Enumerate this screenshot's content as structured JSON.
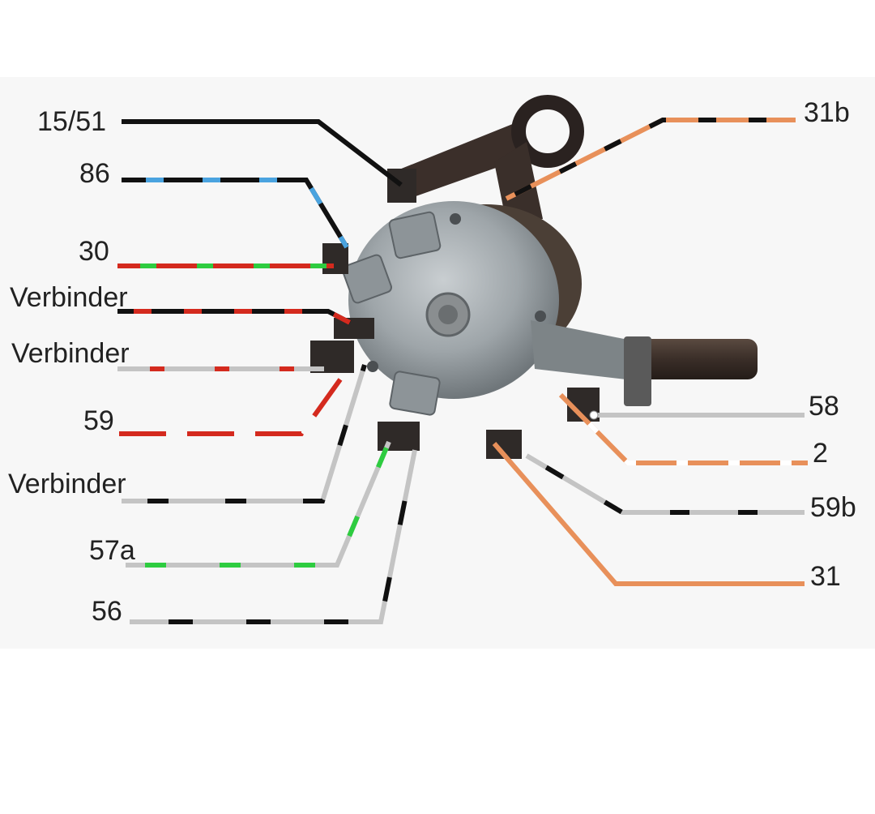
{
  "labels": {
    "t15_51": "15/51",
    "t86": "86",
    "t30": "30",
    "verbinder1": "Verbinder",
    "verbinder2": "Verbinder",
    "t59": "59",
    "verbinder3": "Verbinder",
    "t57a": "57a",
    "t56": "56",
    "t31b": "31b",
    "t58": "58",
    "t2": "2",
    "t59b": "59b",
    "t31": "31"
  },
  "wire_colors": {
    "black": "#111111",
    "blue": "#4aa3df",
    "red": "#d42a1e",
    "green": "#2ecc40",
    "gray": "#c4c4c4",
    "orange": "#e8905a",
    "white": "#ffffff"
  }
}
